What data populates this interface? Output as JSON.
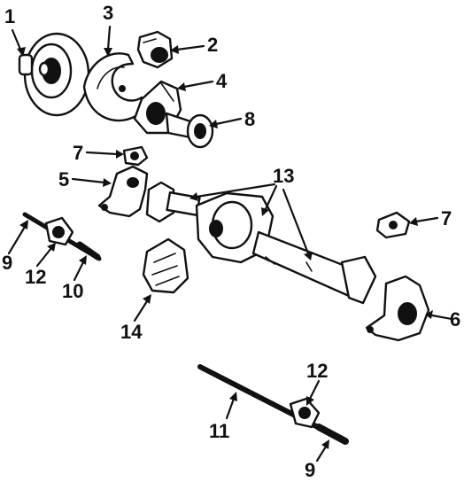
{
  "diagram": {
    "callouts": [
      {
        "id": "c1",
        "text": "1"
      },
      {
        "id": "c3",
        "text": "3"
      },
      {
        "id": "c2",
        "text": "2"
      },
      {
        "id": "c4",
        "text": "4"
      },
      {
        "id": "c8",
        "text": "8"
      },
      {
        "id": "c7a",
        "text": "7"
      },
      {
        "id": "c5",
        "text": "5"
      },
      {
        "id": "c13",
        "text": "13"
      },
      {
        "id": "c7b",
        "text": "7"
      },
      {
        "id": "c9a",
        "text": "9"
      },
      {
        "id": "c12a",
        "text": "12"
      },
      {
        "id": "c10",
        "text": "10"
      },
      {
        "id": "c14",
        "text": "14"
      },
      {
        "id": "c6",
        "text": "6"
      },
      {
        "id": "c12b",
        "text": "12"
      },
      {
        "id": "c11",
        "text": "11"
      },
      {
        "id": "c9b",
        "text": "9"
      }
    ]
  }
}
